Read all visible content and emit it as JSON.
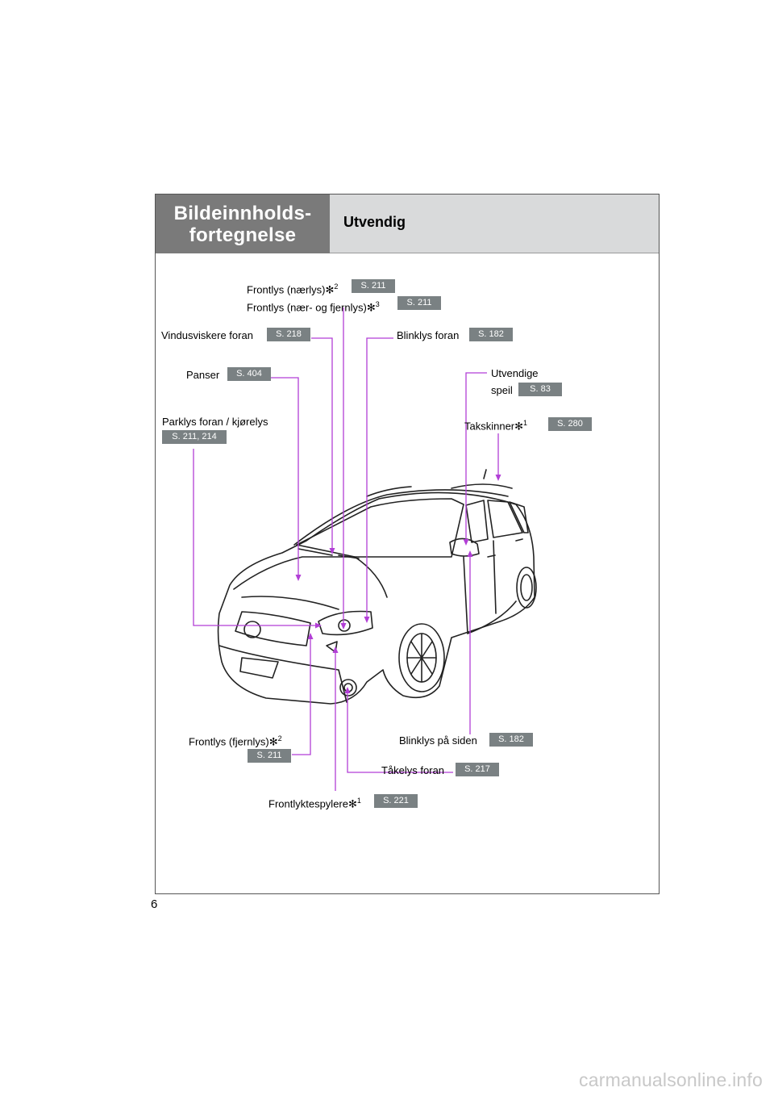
{
  "header": {
    "section_line1": "Bildeinnholds-",
    "section_line2": "fortegnelse",
    "title": "Utvendig"
  },
  "callouts": {
    "frontlys_naerlys": {
      "label": "Frontlys (nærlys)",
      "mark": "✻",
      "sup": "2",
      "page": "S. 211"
    },
    "frontlys_naer_fjern": {
      "label": "Frontlys (nær- og fjernlys)",
      "mark": "✻",
      "sup": "3",
      "page": "S. 211"
    },
    "vindusviskere": {
      "label": "Vindusviskere foran",
      "page": "S. 218"
    },
    "blinklys_foran": {
      "label": "Blinklys foran",
      "page": "S. 182"
    },
    "panser": {
      "label": "Panser",
      "page": "S. 404"
    },
    "speil_line1": "Utvendige",
    "speil_line2": "speil",
    "speil_page": "S. 83",
    "parklys": {
      "label": "Parklys foran / kjørelys",
      "page": "S. 211, 214"
    },
    "takskinner": {
      "label": "Takskinner",
      "mark": "✻",
      "sup": "1",
      "page": "S. 280"
    },
    "frontlys_fjernlys": {
      "label": "Frontlys (fjernlys)",
      "mark": "✻",
      "sup": "2",
      "page": "S. 211"
    },
    "blinklys_siden": {
      "label": "Blinklys på siden",
      "page": "S. 182"
    },
    "takelys": {
      "label": "Tåkelys foran",
      "page": "S. 217"
    },
    "frontlyktespylere": {
      "label": "Frontlyktespylere",
      "mark": "✻",
      "sup": "1",
      "page": "S. 221"
    }
  },
  "page_number": "6",
  "watermark": "carmanualsonline.info",
  "colors": {
    "header_dark": "#7a7a7a",
    "header_light": "#d9dadb",
    "leader_line": "#b23fd6",
    "badge": "#7a8183"
  }
}
